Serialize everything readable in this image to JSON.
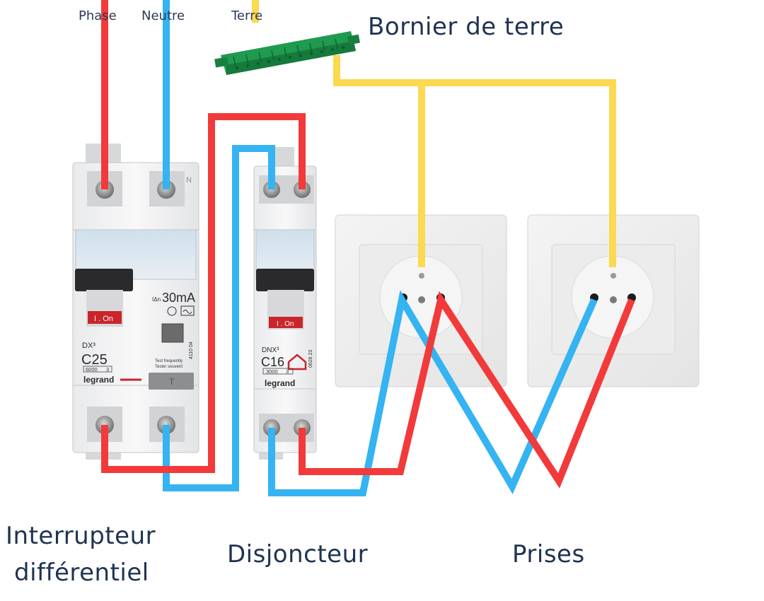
{
  "wire_labels": {
    "phase": "Phase",
    "neutre": "Neutre",
    "terre": "Terre"
  },
  "labels": {
    "bornier": "Bornier de terre",
    "interrupteur_line1": "Interrupteur",
    "interrupteur_line2": "différentiel",
    "disjoncteur": "Disjoncteur",
    "prises": "Prises"
  },
  "rcd": {
    "series": "DX³",
    "rating": "C25",
    "sensitivity_prefix": "IΔn",
    "sensitivity": "30mA",
    "breaking": "6000",
    "breaking_class": "3",
    "handle_text": "I . On",
    "test_text_1": "Test frequently",
    "test_text_2": "Tester souvent",
    "ref": "4110 04",
    "brand": "legrand",
    "test_button": "T",
    "terminal_mark": "N"
  },
  "breaker": {
    "series": "DNX³",
    "rating": "C16",
    "breaking": "3000",
    "breaking_class": "3",
    "handle_text": "I . On",
    "ref": "0628 23",
    "brand": "legrand"
  },
  "colors": {
    "phase": "#f23a3a",
    "neutre": "#35b3f2",
    "terre": "#fbd950",
    "terminal_block": "#1f9a4f",
    "label_text": "#1f3351"
  }
}
